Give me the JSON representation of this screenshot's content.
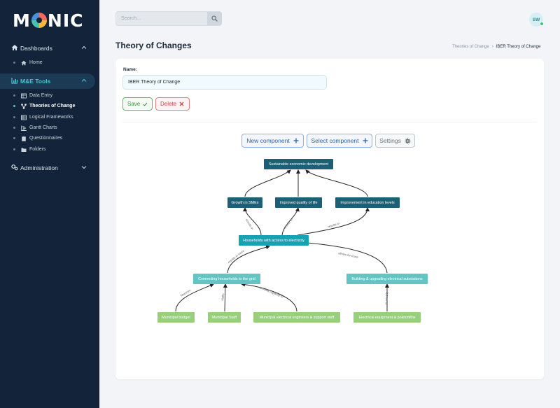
{
  "app": {
    "logo": "MONIC"
  },
  "sidebar": {
    "sections": [
      {
        "label": "Dashboards",
        "icon": "house-icon",
        "items": [
          {
            "label": "Home",
            "icon": "house-icon"
          }
        ]
      },
      {
        "label": "M&E Tools",
        "icon": "chart-icon",
        "items": [
          {
            "label": "Data Entry",
            "icon": "table-icon"
          },
          {
            "label": "Theories of Change",
            "icon": "hierarchy-icon"
          },
          {
            "label": "Logical Frameworks",
            "icon": "grid-icon"
          },
          {
            "label": "Gantt Charts",
            "icon": "gantt-icon"
          },
          {
            "label": "Questionnaires",
            "icon": "clipboard-icon"
          },
          {
            "label": "Folders",
            "icon": "folder-icon"
          }
        ]
      },
      {
        "label": "Administration",
        "icon": "gears-icon",
        "items": []
      }
    ]
  },
  "header": {
    "search_placeholder": "Search...",
    "avatar_initials": "SW",
    "status_color": "#2ecc71"
  },
  "page": {
    "title": "Theory of Changes",
    "breadcrumb": [
      "Theories of Change",
      "IBER Theory of Change"
    ]
  },
  "form": {
    "name_label": "Name:",
    "name_value": "IBER Theory of Change",
    "save_label": "Save",
    "delete_label": "Delete"
  },
  "toolbar": {
    "new_component": "New component",
    "select_component": "Select component",
    "settings": "Settings"
  },
  "diagram": {
    "nodes": {
      "sustainable": "Sustainable economic development",
      "smes": "Growth in SMEs",
      "quality": "Improved quality of life",
      "education": "Improvement in education levels",
      "households": "Households with access to electricity",
      "grid": "Connecting households to the grid",
      "substations": "Building & upgrading electrical substations",
      "budget": "Municipal budget",
      "staff": "Municipal Staff",
      "engineers": "Municipal electrical engineers & support staff",
      "equipment": "Electrical equipment & polesmiths"
    },
    "edge_labels": {
      "e1": "results in",
      "e2": "results in",
      "e3": "results in",
      "e4": "results in more",
      "e5": "allows for more",
      "e6": "finances",
      "e7": "staffs",
      "e8": "provide capacity to",
      "e9": "is used to"
    }
  }
}
